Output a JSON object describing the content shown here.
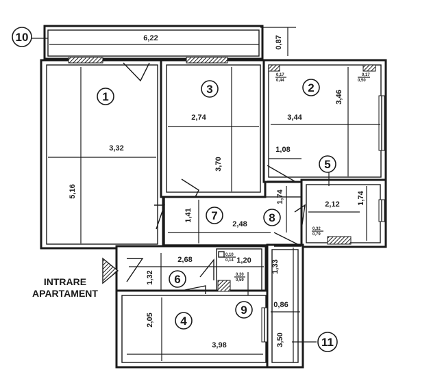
{
  "rooms": [
    {
      "number": "1"
    },
    {
      "number": "2"
    },
    {
      "number": "3"
    },
    {
      "number": "4"
    },
    {
      "number": "5"
    },
    {
      "number": "6"
    },
    {
      "number": "7"
    },
    {
      "number": "8"
    },
    {
      "number": "9"
    },
    {
      "number": "10"
    },
    {
      "number": "11"
    }
  ],
  "dimensions": {
    "balcony_length": "6,22",
    "balcony_depth": "0,87",
    "room1_width": "3,32",
    "room1_length": "5,16",
    "room3_width": "2,74",
    "room3_length": "3,70",
    "room2_width": "3,44",
    "room2_length": "3,46",
    "room5_offset": "1,08",
    "room5_width": "2,12",
    "room5_length": "1,74",
    "hall_length": "1,74",
    "room7_width": "2,48",
    "room7_length": "1,41",
    "room6_width": "2,68",
    "room6_length": "1,32",
    "room9_width": "1,20",
    "room4_width": "3,98",
    "room4_length": "2,05",
    "room11_width": "0,86",
    "room11_length": "3,50",
    "strip_length": "1,33"
  },
  "ducts": {
    "duct_a_top": "0,17",
    "duct_a_bottom": "0,44",
    "duct_b_top": "0,17",
    "duct_b_bottom": "0,50",
    "duct_c_top": "0,32",
    "duct_c_bottom": "0,79",
    "duct_d_top": "0,10",
    "duct_d_bottom": "0,14",
    "duct_e_top": "0,30",
    "duct_e_bottom": "0,59"
  },
  "entrance": {
    "line1": "INTRARE",
    "line2": "APARTAMENT"
  }
}
